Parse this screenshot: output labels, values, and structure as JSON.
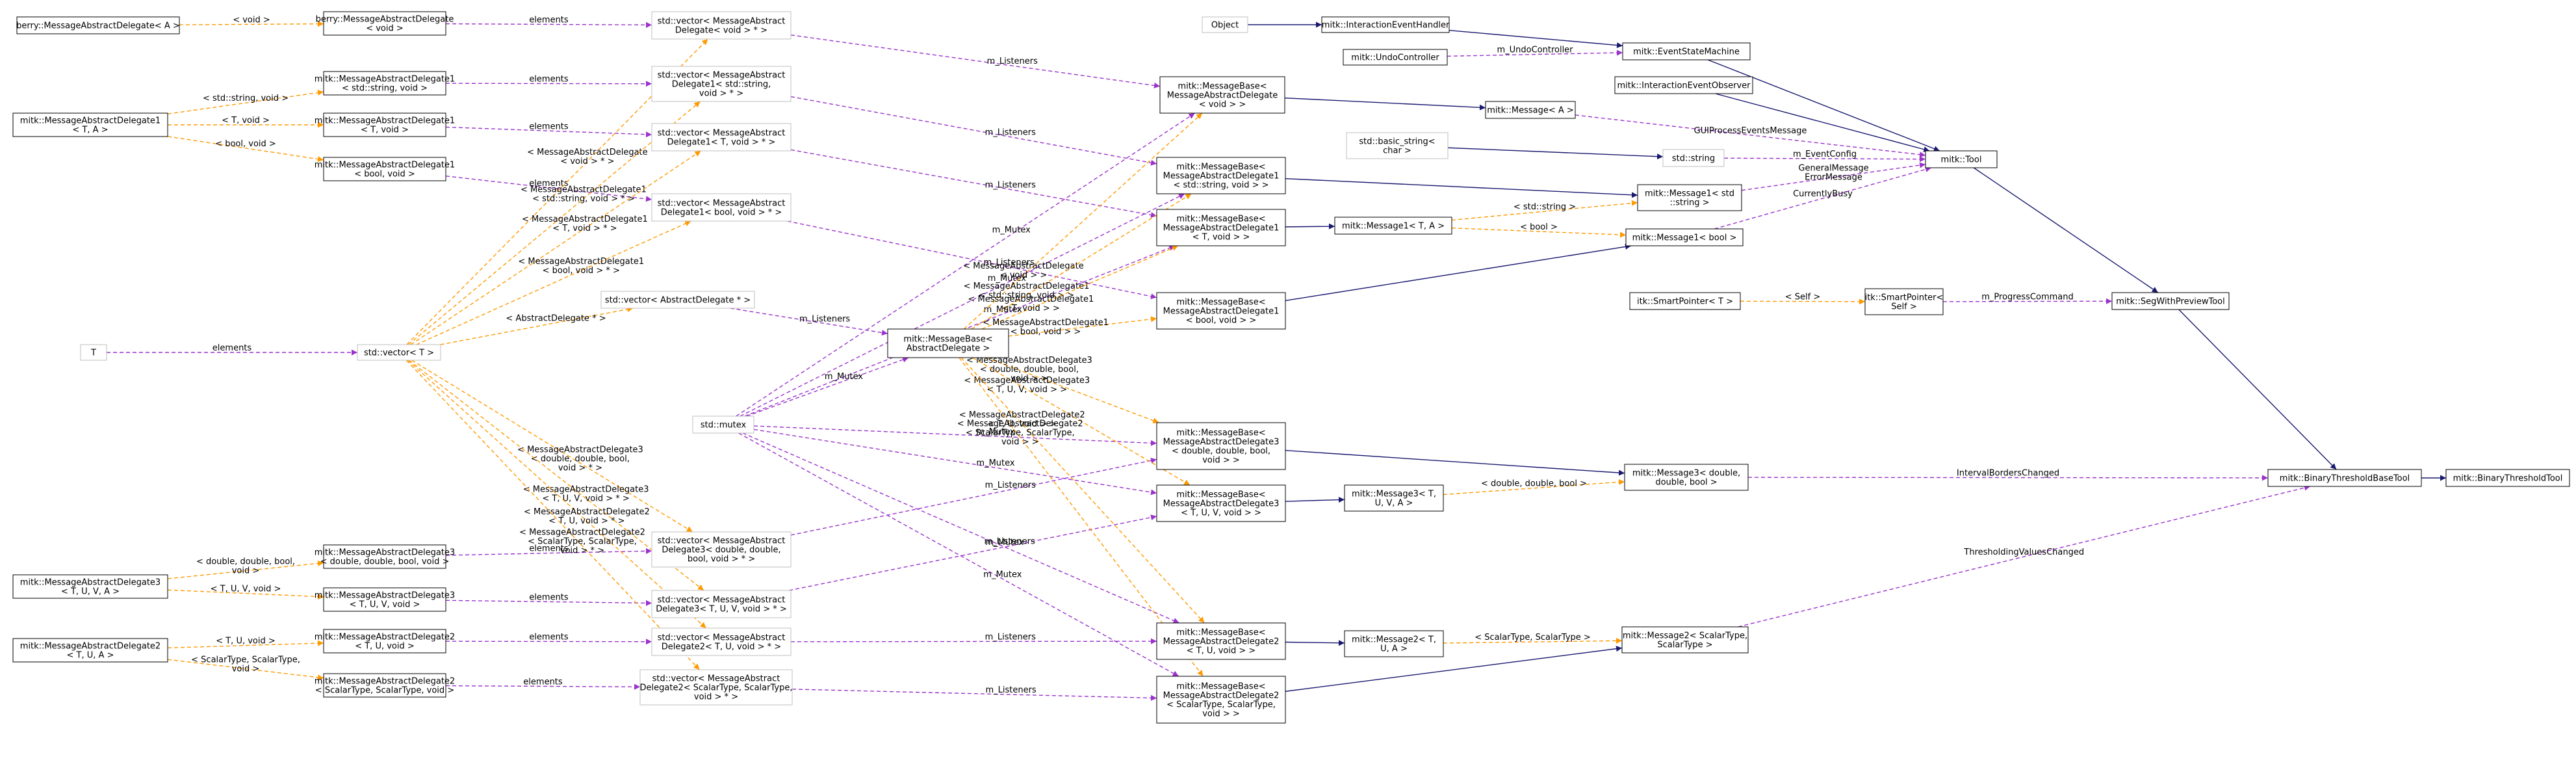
{
  "colors": {
    "inheritance": "#191970",
    "template": "#ff9900",
    "usage": "#9a32cd",
    "node_border": "#000000",
    "node_border_light": "#bfbfbf",
    "highlight_fill": "#bfbfbf"
  },
  "nodes": {
    "n1": {
      "lines": [
        "berry::MessageAbstractDelegate< A >"
      ]
    },
    "n2": {
      "lines": [
        "berry::MessageAbstractDelegate",
        "< void >"
      ]
    },
    "n3": {
      "lines": [
        "std::vector< MessageAbstract",
        "Delegate< void > * >"
      ]
    },
    "n4": {
      "lines": [
        "mitk::MessageAbstractDelegate1",
        "< T, A >"
      ]
    },
    "n5": {
      "lines": [
        "mitk::MessageAbstractDelegate1",
        "< std::string, void >"
      ]
    },
    "n6": {
      "lines": [
        "mitk::MessageAbstractDelegate1",
        "< T, void >"
      ]
    },
    "n7": {
      "lines": [
        "mitk::MessageAbstractDelegate1",
        "< bool, void >"
      ]
    },
    "n8": {
      "lines": [
        "std::vector< MessageAbstract",
        "Delegate1< std::string,",
        "void > * >"
      ]
    },
    "n9": {
      "lines": [
        "std::vector< MessageAbstract",
        "Delegate1< T, void > * >"
      ]
    },
    "n10": {
      "lines": [
        "std::vector< MessageAbstract",
        "Delegate1< bool, void > * >"
      ]
    },
    "n11": {
      "lines": [
        "T"
      ]
    },
    "n12": {
      "lines": [
        "std::vector< T >"
      ]
    },
    "n13": {
      "lines": [
        "std::vector< AbstractDelegate * >"
      ]
    },
    "n14": {
      "lines": [
        "std::mutex"
      ]
    },
    "n15": {
      "lines": [
        "mitk::MessageBase<",
        "AbstractDelegate >"
      ]
    },
    "n16": {
      "lines": [
        "mitk::MessageBase<",
        "MessageAbstractDelegate",
        "< void > >"
      ]
    },
    "n17": {
      "lines": [
        "mitk::MessageBase<",
        "MessageAbstractDelegate1",
        "< std::string, void > >"
      ]
    },
    "n18": {
      "lines": [
        "mitk::MessageBase<",
        "MessageAbstractDelegate1",
        "< T, void > >"
      ]
    },
    "n19": {
      "lines": [
        "mitk::MessageBase<",
        "MessageAbstractDelegate1",
        "< bool, void > >"
      ]
    },
    "n20": {
      "lines": [
        "mitk::MessageBase<",
        "MessageAbstractDelegate3",
        "< double, double, bool,",
        "void > >"
      ]
    },
    "n21": {
      "lines": [
        "mitk::MessageBase<",
        "MessageAbstractDelegate3",
        "< T, U, V, void > >"
      ]
    },
    "n22": {
      "lines": [
        "mitk::MessageBase<",
        "MessageAbstractDelegate2",
        "< T, U, void > >"
      ]
    },
    "n23": {
      "lines": [
        "mitk::MessageBase<",
        "MessageAbstractDelegate2",
        "< ScalarType, ScalarType,",
        "void > >"
      ]
    },
    "n24": {
      "lines": [
        "mitk::MessageAbstractDelegate3",
        "< T, U, V, A >"
      ]
    },
    "n25": {
      "lines": [
        "mitk::MessageAbstractDelegate3",
        "< double, double, bool, void >"
      ]
    },
    "n26": {
      "lines": [
        "mitk::MessageAbstractDelegate3",
        "< T, U, V, void >"
      ]
    },
    "n27": {
      "lines": [
        "mitk::MessageAbstractDelegate2",
        "< T, U, A >"
      ]
    },
    "n28": {
      "lines": [
        "mitk::MessageAbstractDelegate2",
        "< T, U, void >"
      ]
    },
    "n29": {
      "lines": [
        "mitk::MessageAbstractDelegate2",
        "< ScalarType, ScalarType, void >"
      ]
    },
    "n30": {
      "lines": [
        "std::vector< MessageAbstract",
        "Delegate3< double, double,",
        "bool, void > * >"
      ]
    },
    "n31": {
      "lines": [
        "std::vector< MessageAbstract",
        "Delegate3< T, U, V, void > * >"
      ]
    },
    "n32": {
      "lines": [
        "std::vector< MessageAbstract",
        "Delegate2< T, U, void > * >"
      ]
    },
    "n33": {
      "lines": [
        "std::vector< MessageAbstract",
        "Delegate2< ScalarType, ScalarType,",
        "void > * >"
      ]
    },
    "n34": {
      "lines": [
        "Object"
      ]
    },
    "n35": {
      "lines": [
        "mitk::InteractionEventHandler"
      ]
    },
    "n36": {
      "lines": [
        "mitk::UndoController"
      ]
    },
    "n37": {
      "lines": [
        "mitk::EventStateMachine"
      ]
    },
    "n38": {
      "lines": [
        "mitk::InteractionEventObserver"
      ]
    },
    "n39": {
      "lines": [
        "mitk::Message< A >"
      ]
    },
    "n40": {
      "lines": [
        "std::basic_string<",
        "char >"
      ]
    },
    "n41": {
      "lines": [
        "std::string"
      ]
    },
    "n42": {
      "lines": [
        "mitk::Tool"
      ]
    },
    "n43": {
      "lines": [
        "mitk::Message1< std",
        "::string >"
      ]
    },
    "n44": {
      "lines": [
        "mitk::Message1< T, A >"
      ]
    },
    "n45": {
      "lines": [
        "mitk::Message1< bool >"
      ]
    },
    "n46": {
      "lines": [
        "itk::SmartPointer< T >"
      ]
    },
    "n47": {
      "lines": [
        "itk::SmartPointer<",
        "Self >"
      ]
    },
    "n48": {
      "lines": [
        "mitk::SegWithPreviewTool"
      ]
    },
    "n49": {
      "lines": [
        "mitk::Message3< double,",
        "double, bool >"
      ]
    },
    "n50": {
      "lines": [
        "mitk::Message3< T,",
        "U, V, A >"
      ]
    },
    "n51": {
      "lines": [
        "mitk::BinaryThresholdBaseTool"
      ]
    },
    "n52": {
      "lines": [
        "mitk::BinaryThresholdTool"
      ]
    },
    "n53": {
      "lines": [
        "mitk::Message2< T,",
        "U, A >"
      ]
    },
    "n54": {
      "lines": [
        "mitk::Message2< ScalarType,",
        "ScalarType >"
      ]
    }
  },
  "edge_labels": {
    "e_n2_n3": [
      "elements"
    ],
    "e_n5_n8": [
      "elements"
    ],
    "e_n6_n9": [
      "elements"
    ],
    "e_n7_n10": [
      "elements"
    ],
    "e_n11_n12": [
      "elements"
    ],
    "e_n25_n30": [
      "elements"
    ],
    "e_n26_n31": [
      "elements"
    ],
    "e_n28_n32": [
      "elements"
    ],
    "e_n29_n33": [
      "elements"
    ],
    "e_n1_n2": [
      "< void >"
    ],
    "e_n4_n5": [
      "< std::string, void >"
    ],
    "e_n4_n6": [
      "< T, void >"
    ],
    "e_n4_n7": [
      "< bool, void >"
    ],
    "e_n24_n25": [
      "< double, double, bool,",
      "void >"
    ],
    "e_n24_n26": [
      "< T, U, V, void >"
    ],
    "e_n27_n28": [
      "< T, U, void >"
    ],
    "e_n27_n29": [
      "< ScalarType, ScalarType,",
      "void >"
    ],
    "e_n12_n3": [
      "< MessageAbstractDelegate",
      "< void > * >"
    ],
    "e_n12_n8": [
      "< MessageAbstractDelegate1",
      "< std::string, void > * >"
    ],
    "e_n12_n9": [
      "< MessageAbstractDelegate1",
      "< T, void > * >"
    ],
    "e_n12_n10": [
      "< MessageAbstractDelegate1",
      "< bool, void > * >"
    ],
    "e_n12_n13": [
      "< AbstractDelegate * >"
    ],
    "e_n12_n30": [
      "< MessageAbstractDelegate3",
      "< double, double, bool,",
      "void > * >"
    ],
    "e_n12_n31": [
      "< MessageAbstractDelegate3",
      "< T, U, V, void > * >"
    ],
    "e_n12_n32": [
      "< MessageAbstractDelegate2",
      "< T, U, void > * >"
    ],
    "e_n12_n33": [
      "< MessageAbstractDelegate2",
      "< ScalarType, ScalarType,",
      "void > * >"
    ],
    "e_n3_n16": [
      "m_Listeners"
    ],
    "e_n8_n17": [
      "m_Listeners"
    ],
    "e_n9_n18": [
      "m_Listeners"
    ],
    "e_n10_n19": [
      "m_Listeners"
    ],
    "e_n13_n15": [
      "m_Listeners"
    ],
    "e_n30_n20": [
      "m_Listeners"
    ],
    "e_n31_n21": [
      "m_Listeners"
    ],
    "e_n32_n22": [
      "m_Listeners"
    ],
    "e_n33_n23": [
      "m_Listeners"
    ],
    "e_n14_n16": [
      "m_Mutex"
    ],
    "e_n14_n17": [
      "m_Mutex"
    ],
    "e_n14_n18": [
      "m_Mutex"
    ],
    "e_n14_n15": [
      "m_Mutex"
    ],
    "e_n14_n20": [
      "m_Mutex"
    ],
    "e_n14_n21": [
      "m_Mutex"
    ],
    "e_n14_n22": [
      "m_Mutex"
    ],
    "e_n14_n23": [
      "m_Mutex"
    ],
    "e_n15_n16": [
      "< MessageAbstractDelegate",
      "< void > >"
    ],
    "e_n15_n17": [
      "< MessageAbstractDelegate1",
      "< std::string, void > >"
    ],
    "e_n15_n18": [
      "< MessageAbstractDelegate1",
      "< T, void > >"
    ],
    "e_n15_n19": [
      "< MessageAbstractDelegate1",
      "< bool, void > >"
    ],
    "e_n15_n20": [
      "< MessageAbstractDelegate3",
      "< double, double, bool,",
      "void > >"
    ],
    "e_n15_n21": [
      "< MessageAbstractDelegate3",
      "< T, U, V, void > >"
    ],
    "e_n15_n22": [
      "< MessageAbstractDelegate2",
      "< T, U, void > >"
    ],
    "e_n15_n23": [
      "< MessageAbstractDelegate2",
      "< ScalarType, ScalarType,",
      "void > >"
    ],
    "e_n36_n37": [
      "m_UndoController"
    ],
    "e_n39_n42": [
      "GUIProcessEventsMessage"
    ],
    "e_n41_n42": [
      "m_EventConfig"
    ],
    "e_n43_n42": [
      "GeneralMessage",
      "ErrorMessage"
    ],
    "e_n45_n42": [
      "CurrentlyBusy"
    ],
    "e_n44_n43": [
      "< std::string >"
    ],
    "e_n44_n45": [
      "< bool >"
    ],
    "e_n46_n47": [
      "< Self >"
    ],
    "e_n47_n48": [
      "m_ProgressCommand"
    ],
    "e_n50_n49": [
      "< double, double, bool >"
    ],
    "e_n49_n51": [
      "IntervalBordersChanged"
    ],
    "e_n53_n54": [
      "< ScalarType, ScalarType >"
    ],
    "e_n54_n51": [
      "ThresholdingValuesChanged"
    ]
  }
}
